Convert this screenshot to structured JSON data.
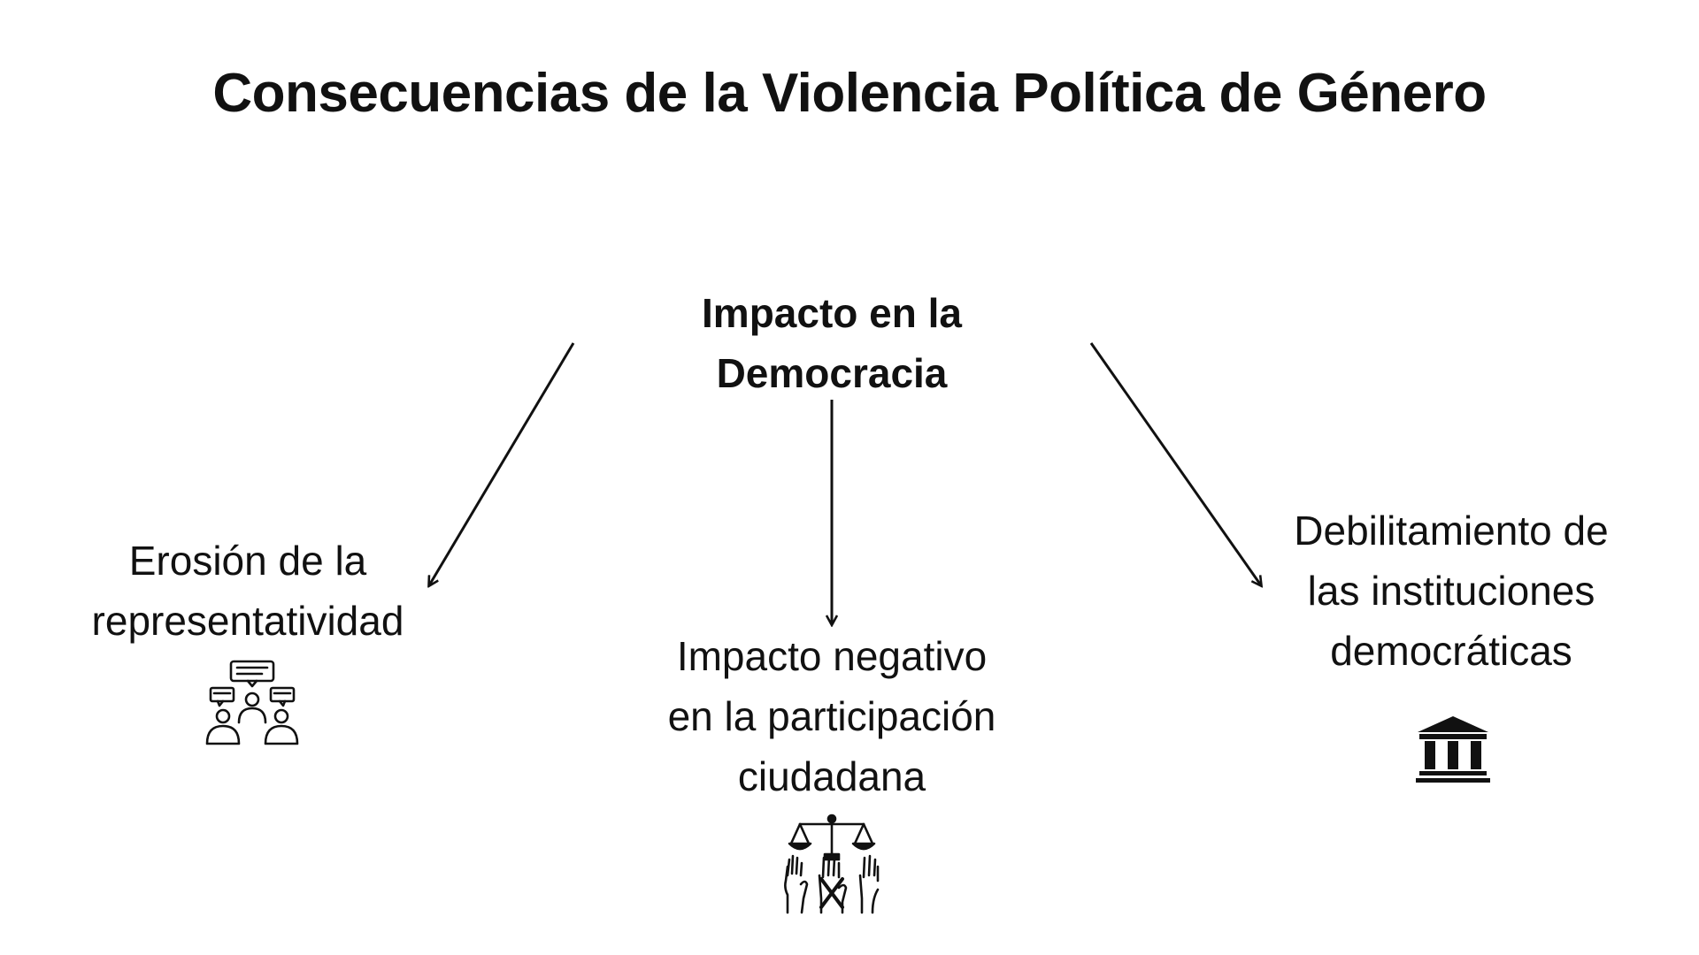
{
  "title": "Consecuencias de la Violencia Política de Género",
  "center": {
    "lines": [
      "Impacto en la",
      "Democracia"
    ]
  },
  "nodes": {
    "left": {
      "lines": [
        "Erosión de la",
        "representatividad"
      ],
      "icon": "people-discussion-icon"
    },
    "middle": {
      "lines": [
        "Impacto negativo",
        "en la participación",
        "ciudadana"
      ],
      "icon": "scale-hands-vote-icon"
    },
    "right": {
      "lines": [
        "Debilitamiento de",
        "las instituciones",
        "democráticas"
      ],
      "icon": "institution-building-icon"
    }
  },
  "colors": {
    "text": "#111111",
    "background": "#ffffff"
  }
}
